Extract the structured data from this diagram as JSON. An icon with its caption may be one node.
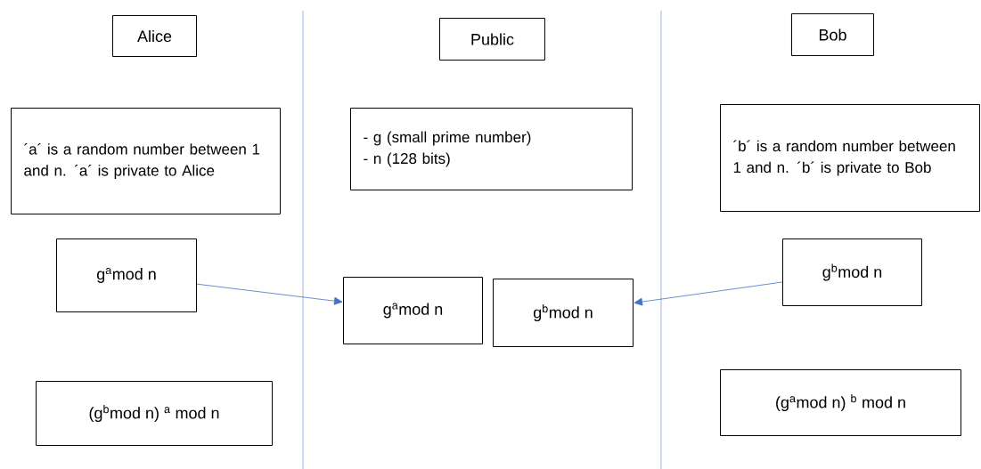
{
  "diagram": {
    "nodes": [
      {
        "text": [
          "Alice"
        ]
      },
      {
        "text": [
          "Public"
        ]
      },
      {
        "text": [
          "Bob"
        ]
      },
      {
        "text": [
          "´a´ is a random number between 1 and n. ´a´ is private to Alice"
        ]
      },
      {
        "text": [
          "- g (small prime number)",
          "- n (128 bits)"
        ]
      },
      {
        "text": [
          "´b´ is a random number between 1 and n. ´b´ is private to Bob"
        ]
      },
      {
        "text": [
          "g$^{a}$mod n"
        ]
      },
      {
        "text": [
          "g$^{a}$mod n"
        ]
      },
      {
        "text": [
          "g$^{b}$mod n"
        ]
      },
      {
        "text": [
          "g$^{b}$mod n"
        ]
      },
      {
        "text": [
          "(g$^{b}$mod n) $^{a}$ mod n"
        ]
      },
      {
        "text": [
          "(g$^{a}$mod n) $^{b}$ mod n"
        ]
      }
    ],
    "edges": [
      {
        "from": 6,
        "to": 7,
        "arrow": "to"
      },
      {
        "from": 9,
        "to": 8,
        "arrow": "to"
      }
    ]
  }
}
